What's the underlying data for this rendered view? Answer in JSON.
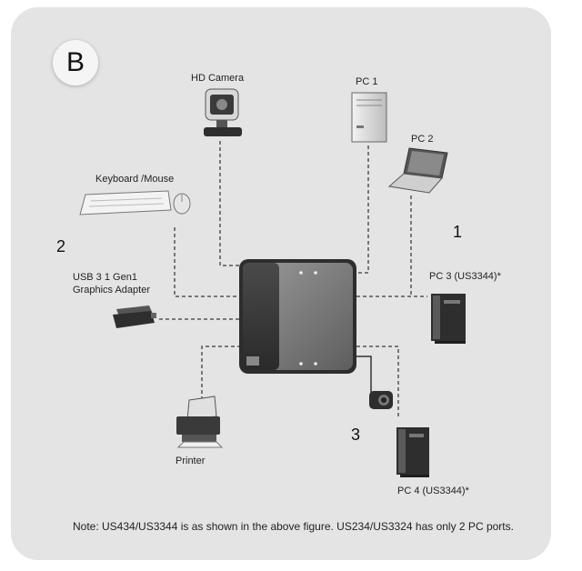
{
  "badge": "B",
  "labels": {
    "hd_camera": "HD Camera",
    "pc1": "PC 1",
    "pc2": "PC 2",
    "keyboard_mouse": "Keyboard /Mouse",
    "usb_adapter_line1": "USB 3 1 Gen1",
    "usb_adapter_line2": "Graphics Adapter",
    "pc3": "PC 3 (US3344)*",
    "printer": "Printer",
    "pc4": "PC 4 (US3344)*"
  },
  "callouts": {
    "one": "1",
    "two": "2",
    "three": "3"
  },
  "note": "Note: US434/US3344 is as shown in the above figure. US234/US3324 has only 2 PC ports.",
  "colors": {
    "panel": "#e4e4e4",
    "device": "#3a3a3a",
    "line": "#555555"
  }
}
